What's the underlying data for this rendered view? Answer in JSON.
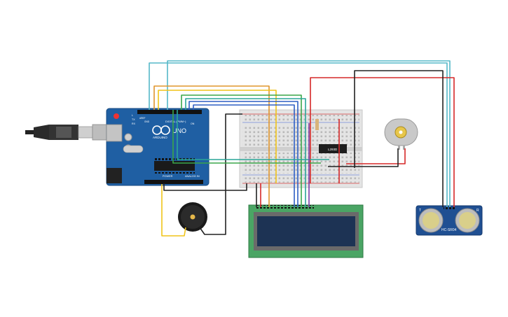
{
  "arduino": {
    "brand": "ARDUINO",
    "model": "UNO",
    "digital_label": "DIGITAL (PWM~)",
    "power_label": "POWER",
    "analog_label": "ANALOG IN",
    "tx_label": "TX",
    "rx_label": "RX",
    "on_label": "ON",
    "l_label": "L",
    "aref_label": "AREF",
    "gnd_label": "GND"
  },
  "ic": {
    "label": "L293D"
  },
  "sensor": {
    "model": "HC-SR04",
    "left_label": "T",
    "right_label": "R"
  },
  "colors": {
    "board": "#1f5fa3",
    "breadboard": "#e4e4e4",
    "lcd_pcb": "#4aa564",
    "lcd_screen": "#1d3354",
    "wire_cyan": "#55b8c8",
    "wire_orange": "#e0952c",
    "wire_yellow": "#f0c419",
    "wire_green": "#3aa64a",
    "wire_blue": "#2f5fc4",
    "wire_teal": "#2aa698",
    "wire_red": "#d62828",
    "wire_black": "#222222",
    "wire_purple": "#7a3aa8"
  }
}
